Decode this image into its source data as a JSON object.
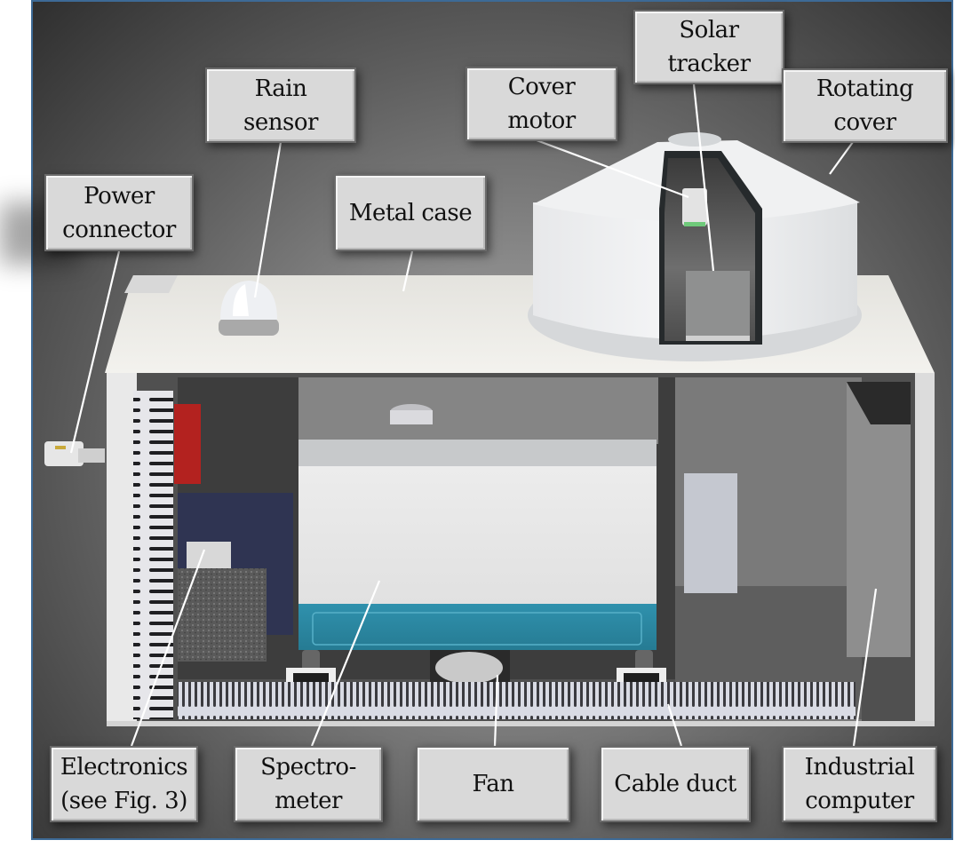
{
  "figure": {
    "title": "Cutaway view of the measurement instrument",
    "colors": {
      "frame_border": "#3d6a96",
      "label_background": "#d9d9d9",
      "leader_line": "#ffffff",
      "spectrometer_accent": "#2f91ad",
      "background_dark": "#2f2f2f",
      "background_light": "#a2a2a2"
    }
  },
  "labels": {
    "rain_sensor": "Rain\nsensor",
    "cover_motor": "Cover\nmotor",
    "solar_tracker": "Solar\ntracker",
    "rotating_cover": "Rotating\ncover",
    "power_connector": "Power\nconnector",
    "metal_case": "Metal case",
    "electronics": "Electronics\n(see Fig. 3)",
    "spectrometer": "Spectro-\nmeter",
    "fan": "Fan",
    "cable_duct": "Cable duct",
    "industrial_computer": "Industrial\ncomputer"
  }
}
